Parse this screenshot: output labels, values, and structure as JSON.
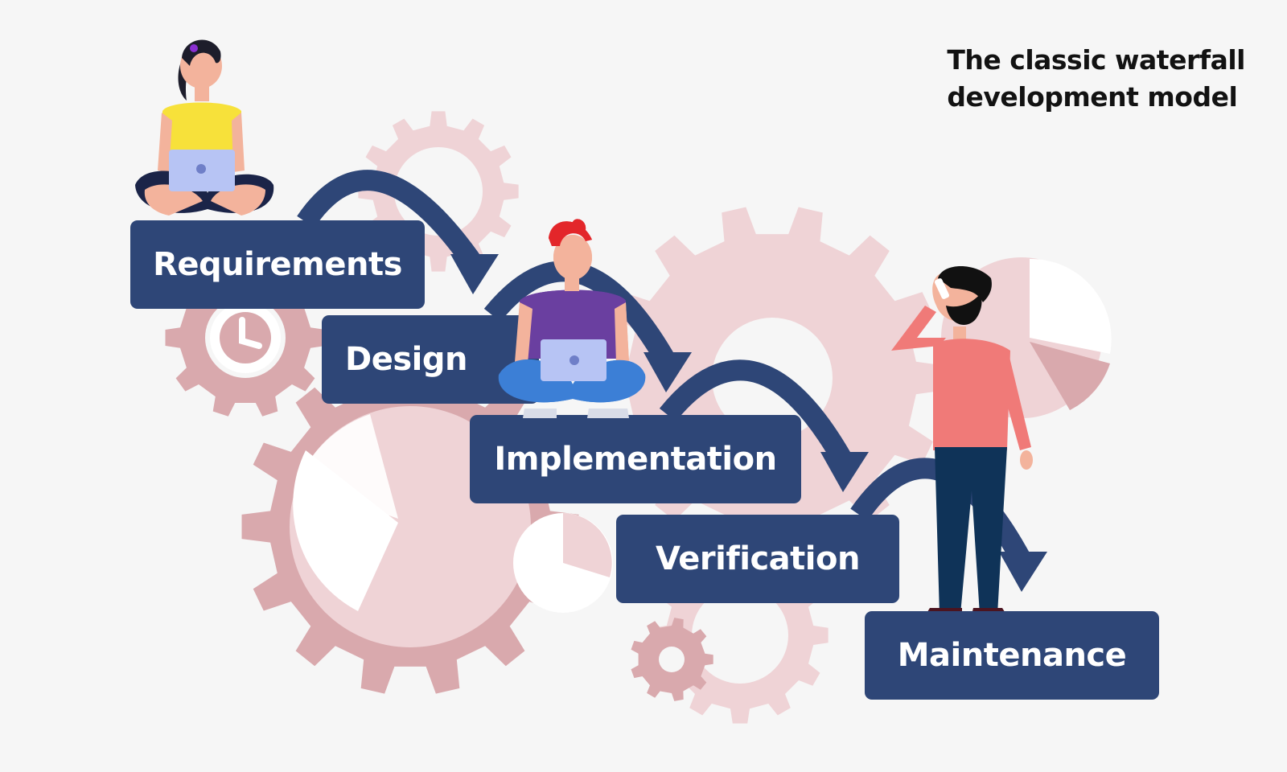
{
  "title": {
    "line1": "The classic waterfall",
    "line2": "development model"
  },
  "steps": [
    {
      "label": "Requirements"
    },
    {
      "label": "Design"
    },
    {
      "label": "Implementation"
    },
    {
      "label": "Verification"
    },
    {
      "label": "Maintenance"
    }
  ],
  "colors": {
    "background": "#f6f6f6",
    "step_box": "#2e4677",
    "arrow": "#2e4677",
    "gear_dark": "#d9a9ad",
    "gear_light": "#efd3d6",
    "person1_shirt": "#f7e13a",
    "person2_shirt": "#6a3fa0",
    "person3_shirt": "#f07a78"
  },
  "icons": [
    "gear-icon",
    "clock-icon",
    "pie-chart-icon",
    "laptop-icon",
    "person-icon"
  ]
}
